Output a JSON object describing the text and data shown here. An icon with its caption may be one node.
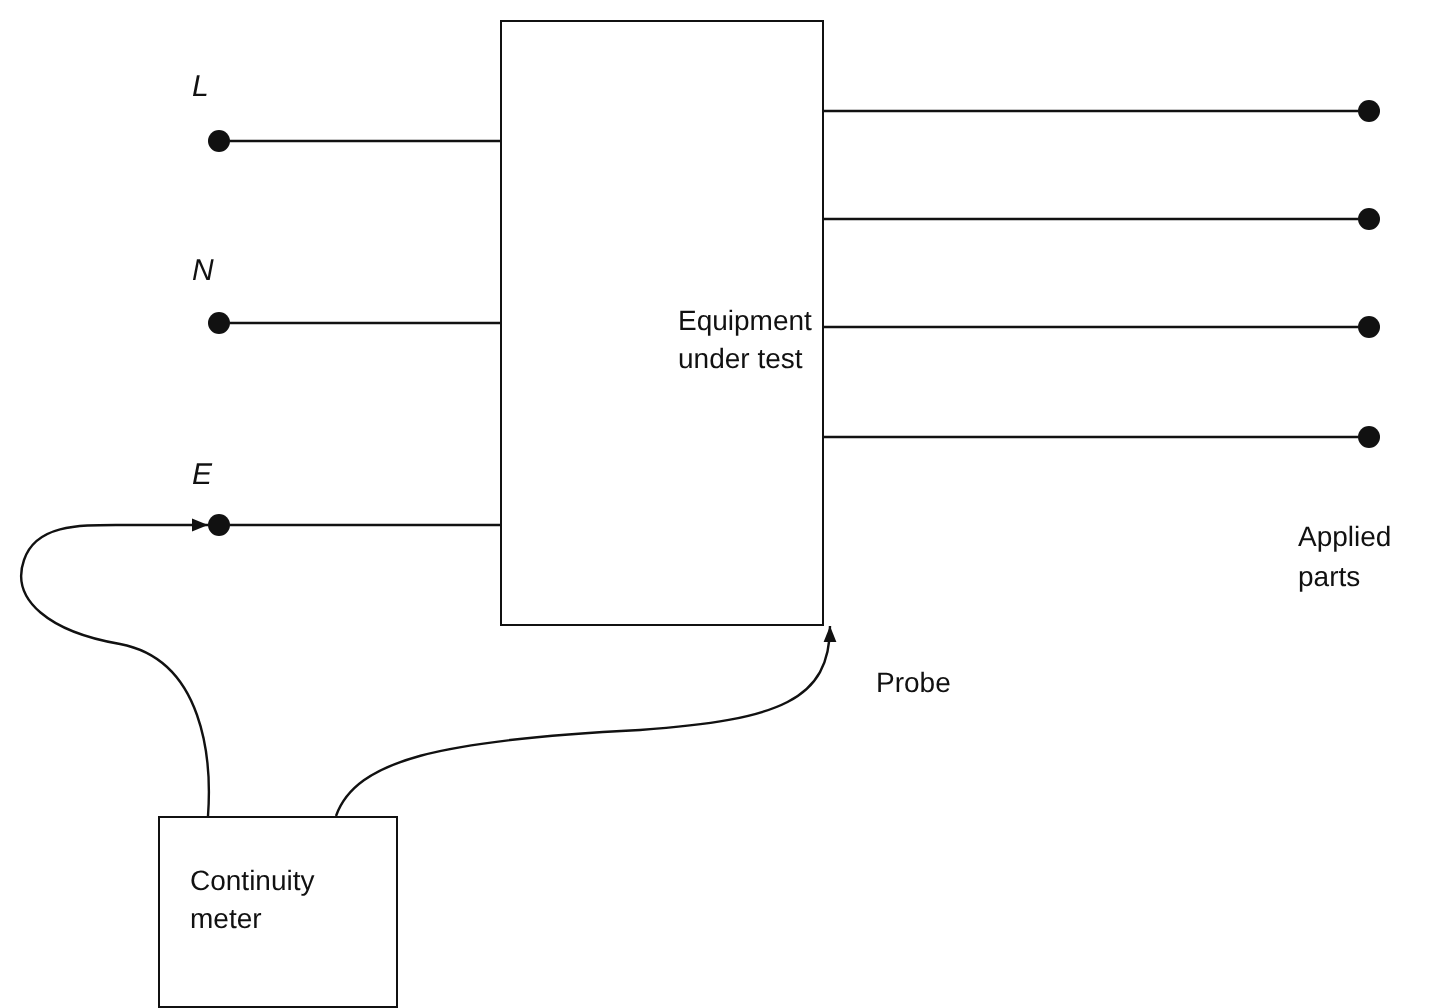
{
  "diagram": {
    "nodes": [
      {
        "text": [
          "Equipment under test"
        ]
      },
      {
        "text": [],
        "shape": "circle",
        "beside": [
          "L"
        ]
      },
      {
        "text": [],
        "shape": "circle",
        "beside": [
          "N"
        ]
      },
      {
        "text": [],
        "shape": "circle",
        "beside": [
          "E"
        ]
      },
      {
        "text": [],
        "shape": "circle"
      },
      {
        "text": [],
        "shape": "circle"
      },
      {
        "text": [],
        "shape": "circle"
      },
      {
        "text": [],
        "shape": "circle"
      },
      {
        "text": [
          "Continuity meter"
        ]
      }
    ],
    "edges": [
      {
        "from": 1,
        "to": 0,
        "arrow": "none"
      },
      {
        "from": 2,
        "to": 0,
        "arrow": "none"
      },
      {
        "from": 3,
        "to": 0,
        "arrow": "none"
      },
      {
        "from": 0,
        "to": 4,
        "arrow": "none"
      },
      {
        "from": 0,
        "to": 5,
        "arrow": "none"
      },
      {
        "from": 0,
        "to": 6,
        "arrow": "none"
      },
      {
        "from": 0,
        "to": 7,
        "arrow": "none"
      },
      {
        "from": 8,
        "to": 3,
        "arrow": "to"
      },
      {
        "from": 8,
        "to": 0,
        "arrow": "to",
        "label": "Probe"
      }
    ],
    "labels": [
      "Applied parts"
    ]
  }
}
